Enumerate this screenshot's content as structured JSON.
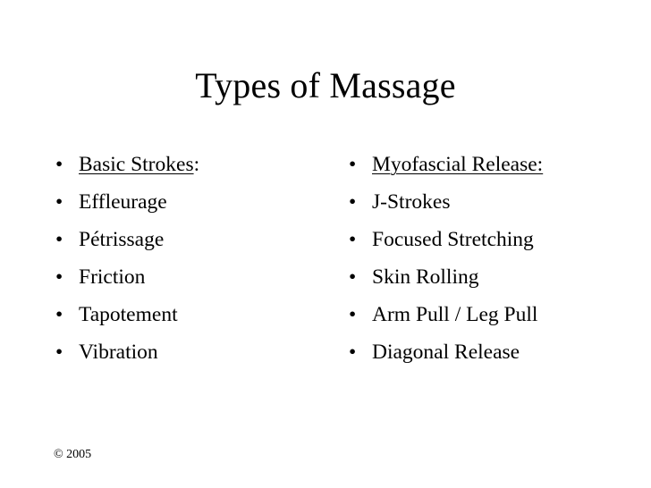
{
  "slide": {
    "title": "Types of Massage",
    "bullet_glyph": "•",
    "left_column": {
      "heading_label": "Basic Strokes",
      "heading_suffix": ":",
      "items": [
        "Effleurage",
        "Pétrissage",
        "Friction",
        "Tapotement",
        "Vibration"
      ]
    },
    "right_column": {
      "heading_label": "Myofascial Release:",
      "items": [
        "J-Strokes",
        "Focused Stretching",
        "Skin Rolling",
        "Arm Pull / Leg Pull",
        "Diagonal Release"
      ]
    },
    "footer": "© 2005"
  }
}
